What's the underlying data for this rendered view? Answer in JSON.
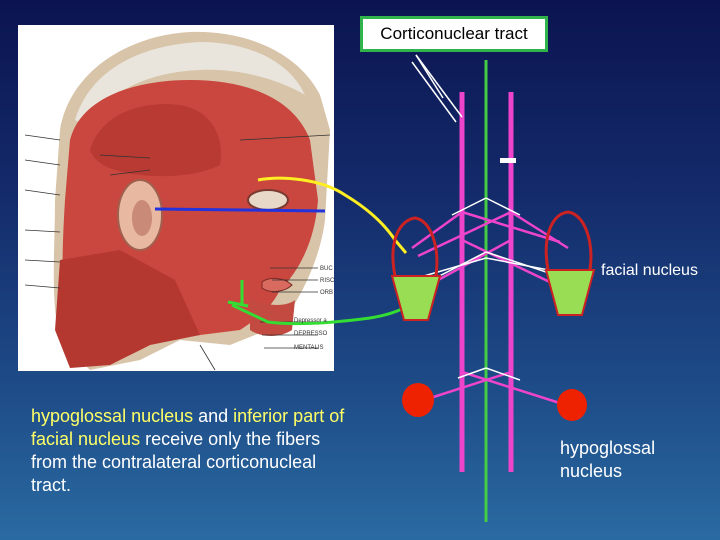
{
  "title": "Corticonuclear tract",
  "labels": {
    "facial_nucleus": "facial nucleus",
    "hypoglossal_nucleus_line1": "hypoglossal",
    "hypoglossal_nucleus_line2": "nucleus"
  },
  "caption": {
    "part1": "hypoglossal nucleus",
    "part2": " and ",
    "part3": "inferior part of facial nucleus",
    "part4": " receive only the fibers from the contralateral corticonucleal tract."
  },
  "anatomy_labels": {
    "buc": "BUC",
    "risc": "RISC",
    "orb": "ORB",
    "depressor": "Depressor a",
    "depress": "DEPRESSO",
    "mentalis": "MENTALIS"
  },
  "colors": {
    "tract_pink": "#ee44cc",
    "tract_green": "#44cc44",
    "facial_upper_outline": "#cc2222",
    "facial_lower_fill": "#99dd55",
    "hypoglossal_fill": "#ee2200",
    "highlight_text": "#ffff66",
    "background_top": "#0b1450",
    "background_bottom": "#2a6aa2"
  }
}
